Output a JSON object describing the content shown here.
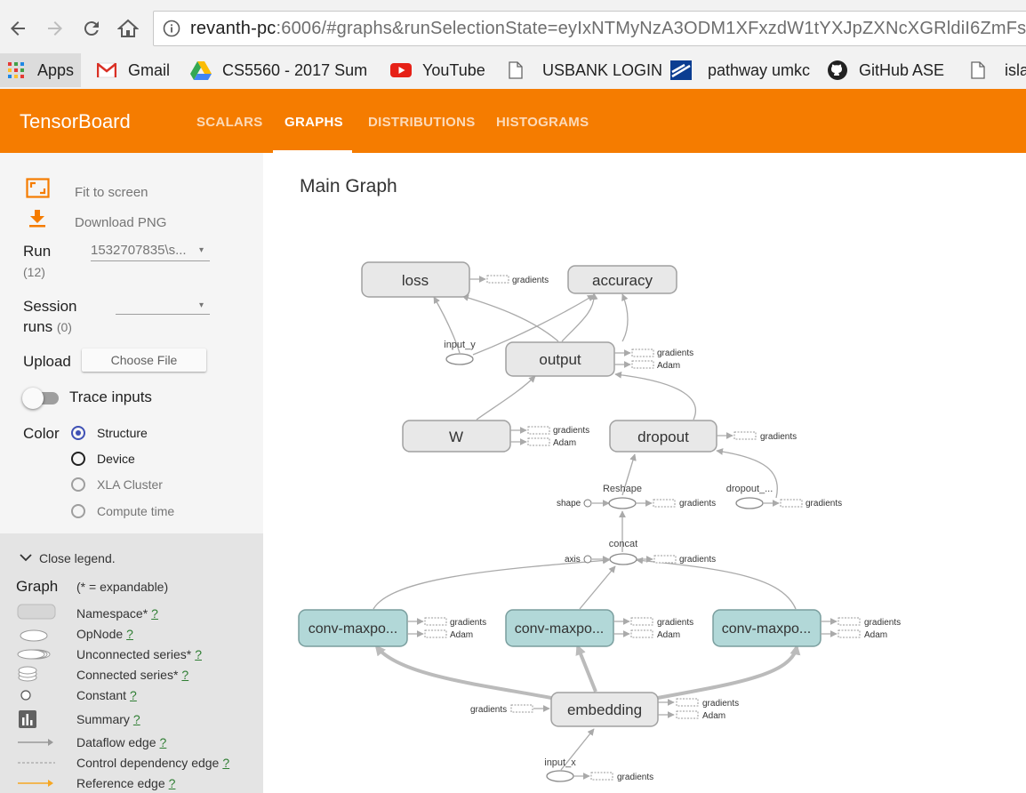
{
  "browser": {
    "url_host": "revanth-pc",
    "url_rest": ":6006/#graphs&runSelectionState=eyIxNTMyNzA3ODM1XFxzdW1tYXJpZXNcXGRldiI6ZmFsc2",
    "bookmarks": [
      "Apps",
      "Gmail",
      "CS5560 - 2017 Summ",
      "YouTube",
      "USBANK LOGIN",
      "pathway umkc",
      "GitHub ASE",
      "islab"
    ]
  },
  "header": {
    "title": "TensorBoard",
    "tabs": [
      "SCALARS",
      "GRAPHS",
      "DISTRIBUTIONS",
      "HISTOGRAMS"
    ],
    "active_tab": "GRAPHS",
    "color": "#f57c00"
  },
  "sidebar": {
    "fit_to_screen": "Fit to screen",
    "download_png": "Download PNG",
    "run_label": "Run",
    "run_count": "(12)",
    "run_value": "1532707835\\s...",
    "session_label_1": "Session",
    "session_label_2": "runs",
    "session_count": "(0)",
    "upload_label": "Upload",
    "choose_file": "Choose File",
    "trace_inputs": "Trace inputs",
    "color_label": "Color",
    "color_options": [
      "Structure",
      "Device",
      "XLA Cluster",
      "Compute time"
    ],
    "selected_color": "Structure"
  },
  "legend": {
    "close": "Close legend.",
    "graph": "Graph",
    "expandable": "(* = expandable)",
    "items": [
      "Namespace*",
      "OpNode",
      "Unconnected series*",
      "Connected series*",
      "Constant",
      "Summary",
      "Dataflow edge",
      "Control dependency edge",
      "Reference edge"
    ],
    "help": "?"
  },
  "graph": {
    "title": "Main Graph",
    "nodes": {
      "loss": "loss",
      "accuracy": "accuracy",
      "output": "output",
      "w": "W",
      "dropout": "dropout",
      "conv1": "conv-maxpo...",
      "conv2": "conv-maxpo...",
      "conv3": "conv-maxpo...",
      "embedding": "embedding"
    },
    "ops": {
      "input_y": "input_y",
      "reshape": "Reshape",
      "concat": "concat",
      "dropout_keep": "dropout_...",
      "input_x": "input_x",
      "shape": "shape",
      "axis": "axis"
    },
    "aux": {
      "gradients": "gradients",
      "adam": "Adam"
    }
  }
}
